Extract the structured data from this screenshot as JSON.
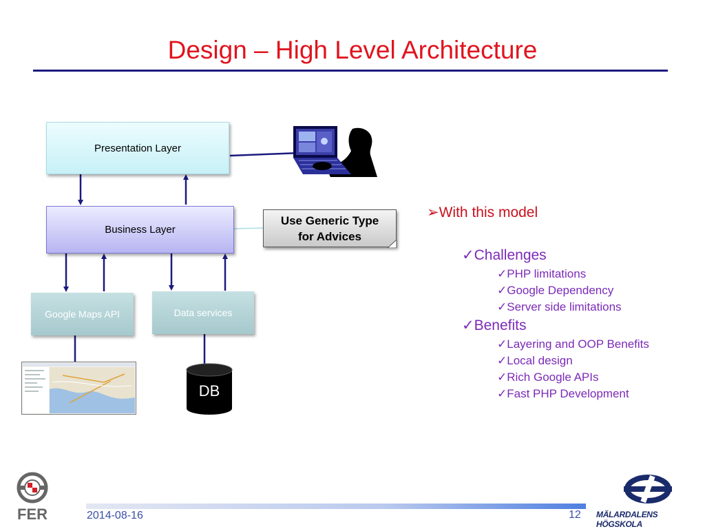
{
  "slide": {
    "title": "Design – High Level Architecture",
    "footer": {
      "date": "2014-08-16",
      "page_number": "12",
      "university_name": "MÄLARDALENS HÖGSKOLA",
      "left_logo_text": "FER"
    }
  },
  "diagram": {
    "presentation_layer": "Presentation Layer",
    "business_layer": "Business Layer",
    "google_maps_api": "Google Maps  API",
    "data_services": "Data services",
    "db": "DB",
    "note_line1": "Use Generic Type",
    "note_line2": "for Advices"
  },
  "bullets": {
    "main": "With this model",
    "challenges": {
      "label": "Challenges",
      "items": [
        "PHP limitations",
        "Google Dependency",
        "Server side limitations"
      ]
    },
    "benefits": {
      "label": "Benefits",
      "items": [
        "Layering  and OOP Benefits",
        "Local design",
        "Rich Google APIs",
        "Fast PHP Development"
      ]
    }
  },
  "colors": {
    "title": "#e0141e",
    "accent": "#1a1a7e",
    "bullet_text": "#7b2ab8"
  },
  "icons": {
    "main_bullet": "arrow-bullet-icon",
    "sub_bullet": "checkmark-icon"
  }
}
